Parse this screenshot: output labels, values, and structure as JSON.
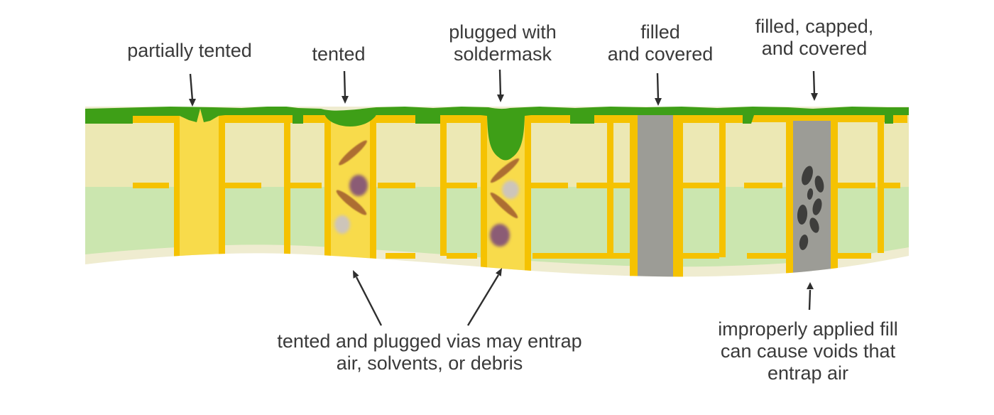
{
  "diagram": {
    "subject": "PCB via treatment cross-section",
    "labels": {
      "partially_tented": {
        "line1": "partially tented"
      },
      "tented": {
        "line1": "tented"
      },
      "plugged": {
        "line1": "plugged with",
        "line2": "soldermask"
      },
      "filled_covered": {
        "line1": "filled",
        "line2": "and covered"
      },
      "filled_capped_covered": {
        "line1": "filled, capped,",
        "line2": "and covered"
      },
      "entrap_note": {
        "line1": "tented and plugged vias may entrap",
        "line2": "air, solvents, or debris"
      },
      "voids_note": {
        "line1": "improperly applied fill",
        "line2": "can cause voids that",
        "line3": "entrap air"
      }
    },
    "colors": {
      "background": "#FFFFFF",
      "soldermask_green": "#3E9F17",
      "copper_yellow": "#F5C201",
      "via_fill_yellow": "#F8DB4B",
      "fill_gray": "#9C9C96",
      "void_dark": "#3E3E3C",
      "substrate_upper": "#ECE8B4",
      "substrate_lower": "#CBE6AF",
      "board_fade": "#EBE7C4",
      "crack_brown": "#AD6E31",
      "debris_purple": "#8B5B74",
      "debris_pale": "#CDC5BA",
      "text": "#3A3A3A",
      "arrow": "#2E2E2E"
    }
  }
}
